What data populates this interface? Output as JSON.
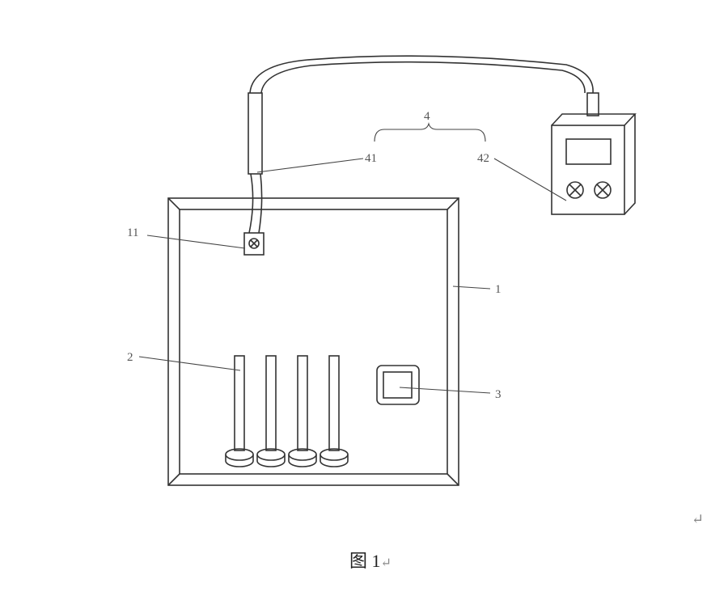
{
  "labels": {
    "frame": "1",
    "connector": "11",
    "rods": "2",
    "sensor": "3",
    "device_group": "4",
    "probe": "41",
    "meter": "42"
  },
  "caption": "图 1",
  "return_mark": "↵"
}
